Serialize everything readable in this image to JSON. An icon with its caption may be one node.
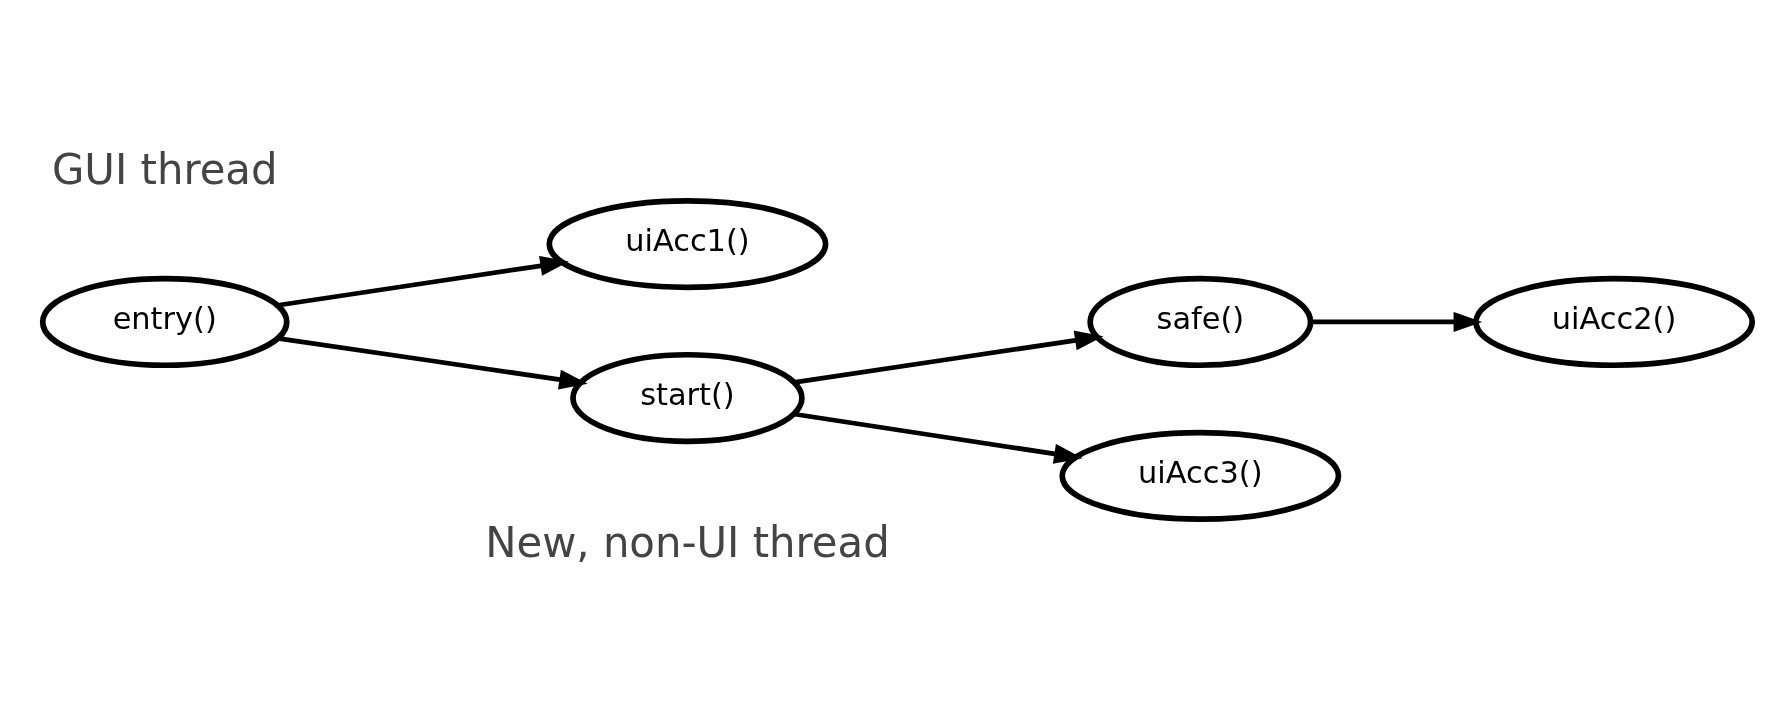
{
  "diagram": {
    "nodes": [
      {
        "text": [
          "entry()"
        ]
      },
      {
        "text": [
          "uiAcc1()"
        ]
      },
      {
        "text": [
          "start()"
        ]
      },
      {
        "text": [
          "safe()"
        ]
      },
      {
        "text": [
          "uiAcc2()"
        ]
      },
      {
        "text": [
          "uiAcc3()"
        ]
      }
    ],
    "edges": [
      {
        "from": 0,
        "to": 1,
        "arrow": "to"
      },
      {
        "from": 0,
        "to": 2,
        "arrow": "to"
      },
      {
        "from": 2,
        "to": 3,
        "arrow": "to"
      },
      {
        "from": 3,
        "to": 4,
        "arrow": "to"
      },
      {
        "from": 2,
        "to": 5,
        "arrow": "to"
      }
    ],
    "labels": [
      "GUI thread",
      "New, non-UI thread"
    ]
  }
}
